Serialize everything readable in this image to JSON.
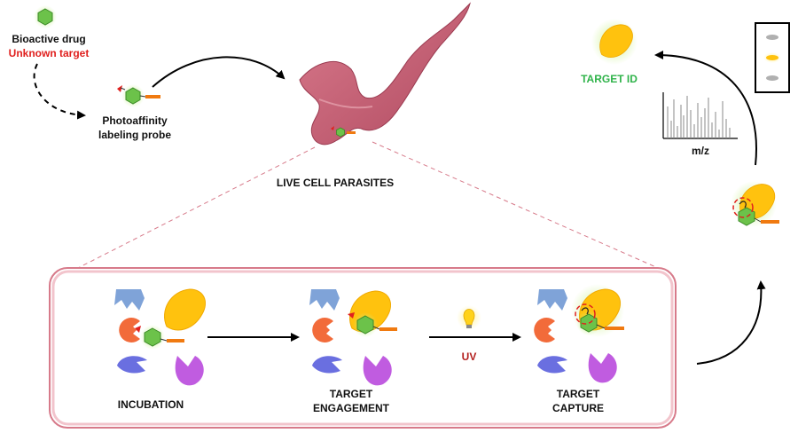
{
  "labels": {
    "bioactive_drug": "Bioactive drug",
    "unknown_target": "Unknown target",
    "photoaffinity_line1": "Photoaffinity",
    "photoaffinity_line2": "labeling probe",
    "live_cell": "LIVE CELL PARASITES",
    "target_id": "TARGET ID",
    "mz": "m/z",
    "incubation": "INCUBATION",
    "engagement_line1": "TARGET",
    "engagement_line2": "ENGAGEMENT",
    "uv": "UV",
    "capture_line1": "TARGET",
    "capture_line2": "CAPTURE"
  },
  "colors": {
    "drug_green": "#6cc24a",
    "linker_orange": "#f07a10",
    "tag_red": "#e0201e",
    "target_yellow": "#ffc20e",
    "protein_blue": "#7fa3d8",
    "protein_orange": "#f26b3a",
    "protein_indigo": "#6a6fe0",
    "protein_purple": "#c05ce0",
    "parasite_pink": "#c45a6e",
    "box_border": "#d77a8a"
  }
}
